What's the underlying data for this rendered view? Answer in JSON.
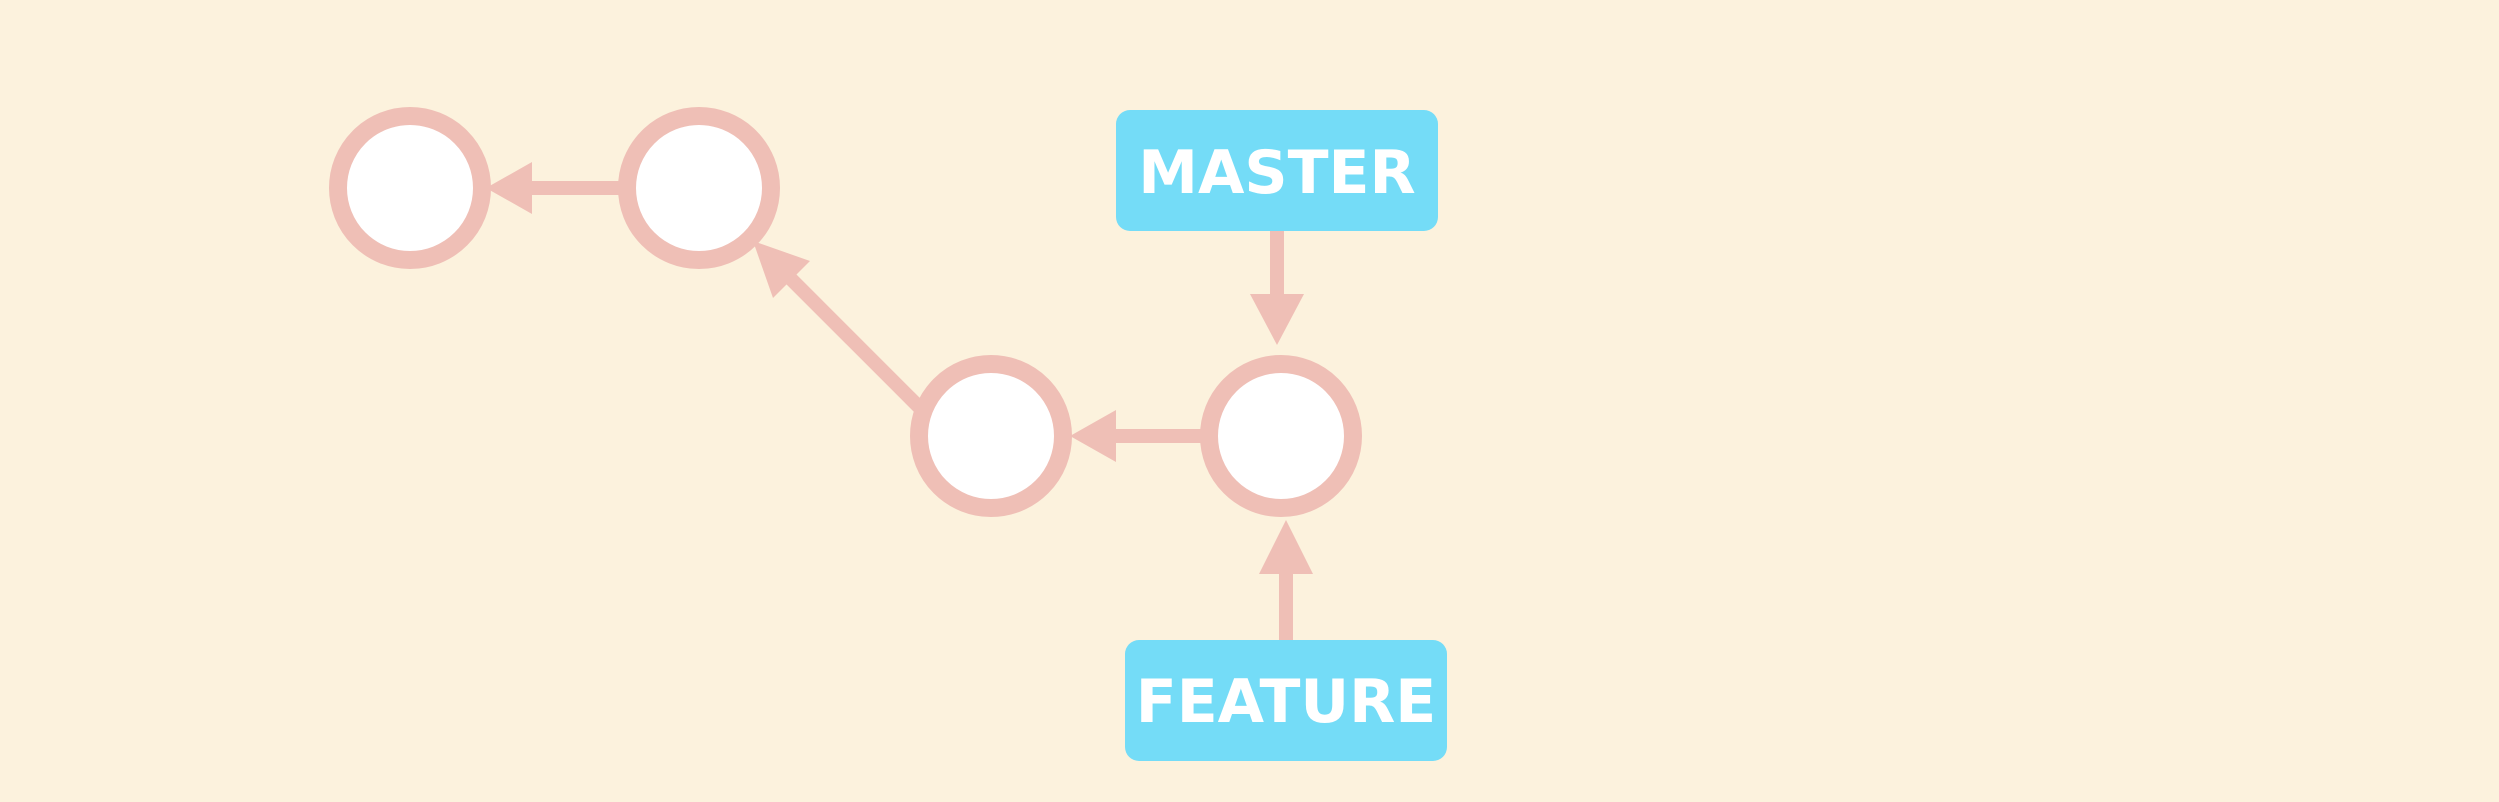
{
  "diagram": {
    "background_color": "#fcf2dd",
    "node_fill_color": "#ffffff",
    "node_stroke_color": "#efbfb6",
    "edge_color": "#efbfb6",
    "label_fill_color": "#74dcf7",
    "label_text_color": "#ffffff",
    "commits": [
      {
        "id": "c1"
      },
      {
        "id": "c2"
      },
      {
        "id": "c3"
      },
      {
        "id": "c4"
      }
    ],
    "edges": [
      {
        "from": "c2",
        "to": "c1"
      },
      {
        "from": "c3",
        "to": "c2"
      },
      {
        "from": "c4",
        "to": "c3"
      }
    ],
    "labels": [
      {
        "id": "master",
        "text": "MASTER",
        "points_to": "c4"
      },
      {
        "id": "feature",
        "text": "FEATURE",
        "points_to": "c4"
      }
    ]
  }
}
